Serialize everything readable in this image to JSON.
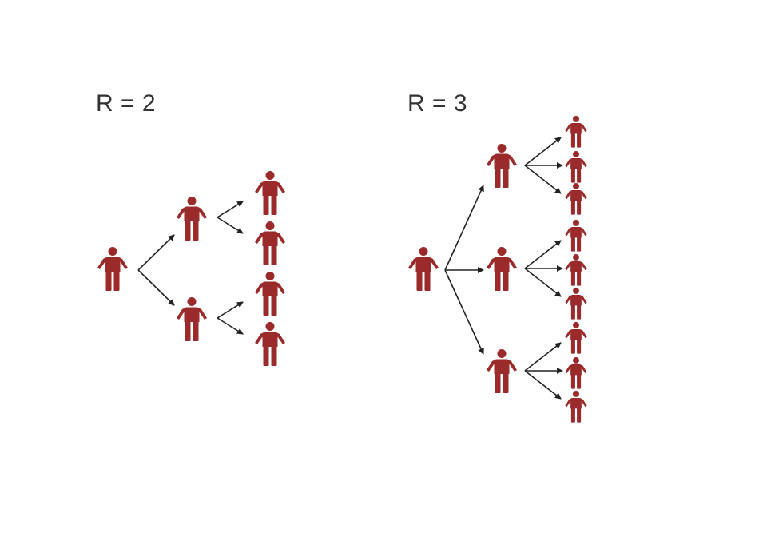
{
  "panels": [
    {
      "title": "R = 2",
      "r": 2,
      "generations": 3
    },
    {
      "title": "R = 3",
      "r": 3,
      "generations": 3
    }
  ],
  "colors": {
    "person": "#9b2a2a",
    "arrow": "#222222",
    "text": "#333333",
    "background": "#ffffff"
  },
  "icons": {
    "person": "person-icon",
    "arrow": "arrow-icon"
  }
}
